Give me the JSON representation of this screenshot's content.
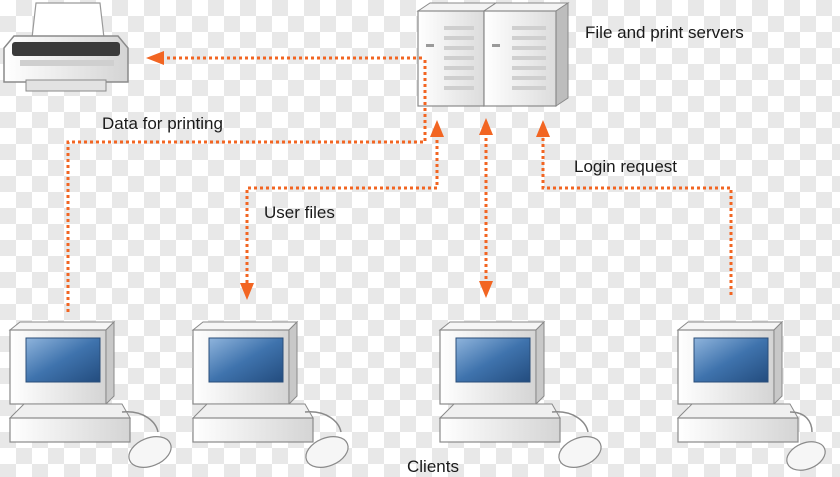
{
  "labels": {
    "servers": "File and print servers",
    "data_for_printing": "Data for printing",
    "login_request": "Login request",
    "user_files": "User files",
    "clients": "Clients"
  },
  "colors": {
    "arrow": "#f26522",
    "screen": "#3a6ea5",
    "device_body": "#eeeeee",
    "device_edge": "#8a8a8a"
  },
  "icons": [
    "printer-icon",
    "server-icon",
    "computer-icon"
  ]
}
